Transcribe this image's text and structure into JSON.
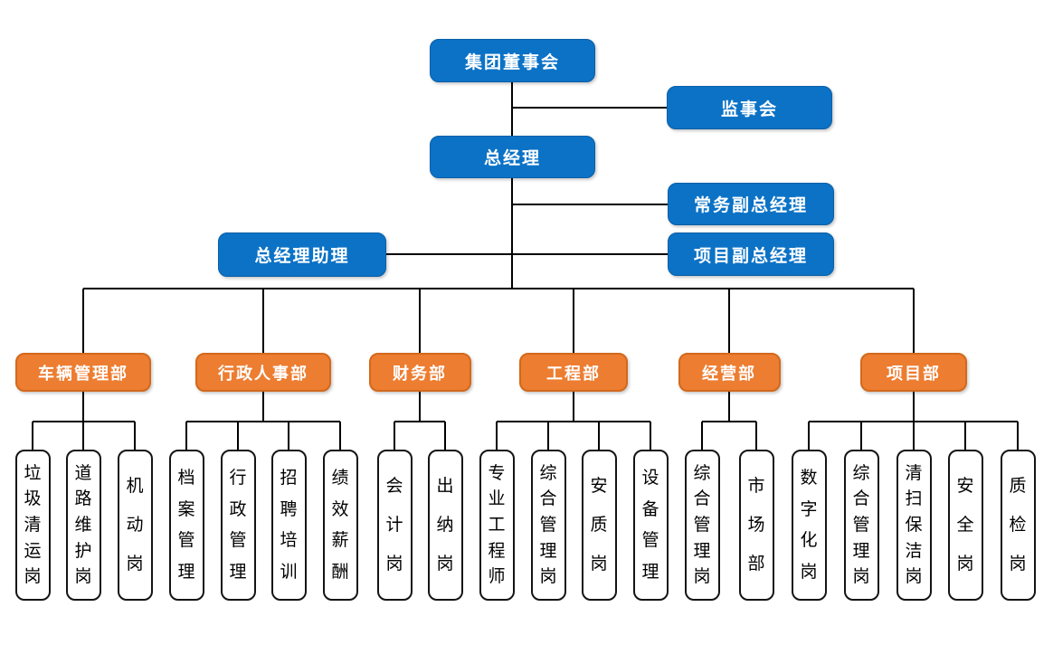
{
  "canvas": {
    "background": "#FFFFFF"
  },
  "colors": {
    "executive_box_fill": "#0B72C6",
    "executive_box_border": "#0A5FA6",
    "department_box_fill": "#ED7D31",
    "department_box_border": "#D2691C",
    "position_box_fill": "#FFFFFF",
    "position_box_border": "#141414",
    "connector_line": "#000000",
    "executive_text": "#FFFFFF",
    "department_text": "#FFFFFF",
    "position_text": "#000000"
  },
  "org": {
    "board": {
      "label": "集团董事会"
    },
    "supervisory_board": {
      "label": "监事会"
    },
    "general_manager": {
      "label": "总经理"
    },
    "executive_deputy_gm": {
      "label": "常务副总经理"
    },
    "gm_assistant": {
      "label": "总经理助理"
    },
    "project_deputy_gm": {
      "label": "项目副总经理"
    },
    "departments": [
      {
        "label": "车辆管理部",
        "children": [
          {
            "label": "垃圾清运岗"
          },
          {
            "label": "道路维护岗"
          },
          {
            "label": "机动岗"
          }
        ]
      },
      {
        "label": "行政人事部",
        "children": [
          {
            "label": "档案管理"
          },
          {
            "label": "行政管理"
          },
          {
            "label": "招聘培训"
          },
          {
            "label": "绩效薪酬"
          }
        ]
      },
      {
        "label": "财务部",
        "children": [
          {
            "label": "会计岗"
          },
          {
            "label": "出纳岗"
          }
        ]
      },
      {
        "label": "工程部",
        "children": [
          {
            "label": "专业工程师"
          },
          {
            "label": "综合管理岗"
          },
          {
            "label": "安质岗"
          },
          {
            "label": "设备管理"
          }
        ]
      },
      {
        "label": "经营部",
        "children": [
          {
            "label": "综合管理岗"
          },
          {
            "label": "市场部"
          }
        ]
      },
      {
        "label": "项目部",
        "children": [
          {
            "label": "数字化岗"
          },
          {
            "label": "综合管理岗"
          },
          {
            "label": "清扫保洁岗"
          },
          {
            "label": "安全岗"
          },
          {
            "label": "质检岗"
          }
        ]
      }
    ]
  }
}
